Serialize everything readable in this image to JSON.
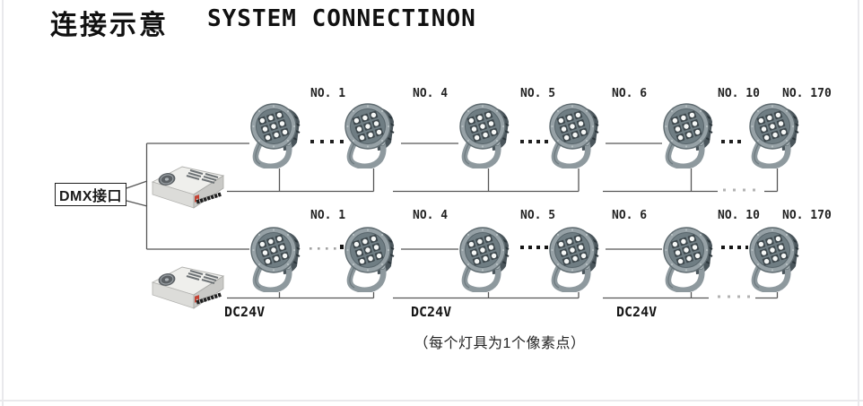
{
  "page": {
    "title_zh": "连接示意",
    "title_en": "SYSTEM CONNECTINON",
    "note": "（每个灯具为1个像素点）"
  },
  "dmx": {
    "label": "DMX接口"
  },
  "diagram": {
    "rows": [
      {
        "id": "top-chain",
        "lights": [
          "NO. 1",
          "NO. 4",
          "NO. 5",
          "NO. 6",
          "NO. 10",
          "NO. 170"
        ],
        "power_labels": []
      },
      {
        "id": "bottom-chain",
        "lights": [
          "NO. 1",
          "NO. 4",
          "NO. 5",
          "NO. 6",
          "NO. 10",
          "NO. 170"
        ],
        "power_labels": [
          "DC24V",
          "DC24V",
          "DC24V"
        ]
      }
    ],
    "icons": {
      "light": "led-floodlight-icon",
      "psu": "power-supply-icon"
    },
    "colors": {
      "wire": "#565656",
      "light_body": "#96a1a6",
      "light_face": "#6f7d83",
      "fins": "#4a555b",
      "psu_top": "#efefec",
      "psu_front": "#c9c9c6",
      "psu_accent_red": "#c44233",
      "frame_line": "#e9e9ec",
      "text": "#1a1a1a"
    }
  }
}
